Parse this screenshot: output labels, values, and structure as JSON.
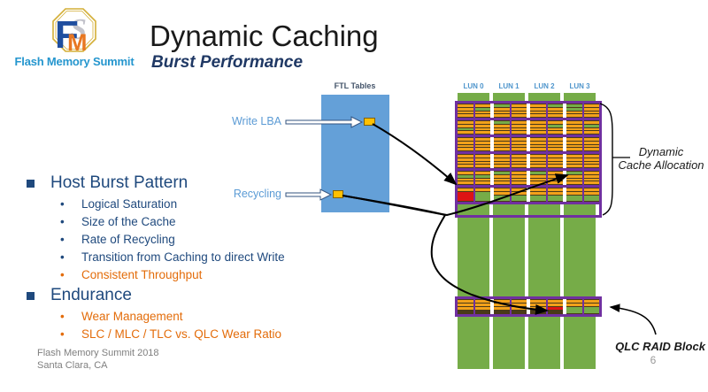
{
  "logo": {
    "text": "Flash Memory Summit",
    "monogram_f": "F",
    "monogram_m": "M",
    "monogram_s": "S"
  },
  "title": "Dynamic Caching",
  "subtitle": "Burst Performance",
  "bullets": [
    {
      "label": "Host Burst Pattern",
      "color": "blue",
      "children": [
        {
          "label": "Logical Saturation",
          "color": "blue"
        },
        {
          "label": "Size of the Cache",
          "color": "blue"
        },
        {
          "label": "Rate of Recycling",
          "color": "blue"
        },
        {
          "label": "Transition from Caching to direct Write",
          "color": "blue"
        },
        {
          "label": "Consistent Throughput",
          "color": "orange"
        }
      ]
    },
    {
      "label": "Endurance",
      "color": "blue",
      "children": [
        {
          "label": "Wear Management",
          "color": "orange"
        },
        {
          "label": "SLC / MLC / TLC vs. QLC Wear Ratio",
          "color": "orange"
        }
      ]
    }
  ],
  "footer": {
    "line1": "Flash Memory Summit 2018",
    "line2": "Santa Clara, CA",
    "page": "6"
  },
  "diagram": {
    "ftl_box_label": "FTL Tables",
    "write_lba_label": "Write LBA",
    "recycling_label": "Recycling",
    "lun_labels": [
      "LUN 0",
      "LUN 1",
      "LUN 2",
      "LUN 3"
    ],
    "cache_label_line1": "Dynamic",
    "cache_label_line2": "Cache Allocation",
    "qlc_label": "QLC RAID Block",
    "cache_rows": [
      [
        "oooo",
        "ogoo",
        "gooo",
        "oooo",
        "oooo",
        "gooo",
        "ggoo",
        "oooo"
      ],
      [
        "oogo",
        "oooo",
        "gooo",
        "oooo",
        "oooo",
        "ogoo",
        "oooo",
        "ogoo"
      ],
      [
        "oooo",
        "oooo",
        "oooo",
        "oooo",
        "oooo",
        "oooo",
        "oooo",
        "oooo"
      ],
      [
        "oooo",
        "oooo",
        "oooo",
        "oooo",
        "oooo",
        "oooo",
        "oooo",
        "oooo"
      ],
      [
        "ogoo",
        "ogoo",
        "gooo",
        "oooo",
        "gooo",
        "oooo",
        "gooo",
        "oooo"
      ],
      [
        "oR",
        "oG",
        "ooG",
        "ooG",
        "ooG",
        "ooG",
        "ooG",
        "ooG"
      ]
    ],
    "qlc_row": [
      "ooo",
      "ooo",
      "ooo",
      "ooo",
      "ooo",
      "oor",
      "ooG",
      "ooG"
    ],
    "colors": {
      "green": "#76AC48",
      "orange": "#F2A11B",
      "purple": "#7030A0",
      "red": "#DD1414",
      "yellow_pointer": "#FFC000",
      "ftl_blue": "#64A0D8",
      "label_blue": "#5B9BD5",
      "dark_blue_text": "#1F497D",
      "navy_subtitle": "#1F3864",
      "orange_text": "#E36C0A",
      "footer_gray": "#7F7F7F",
      "logo_blue": "#2596CE"
    }
  }
}
